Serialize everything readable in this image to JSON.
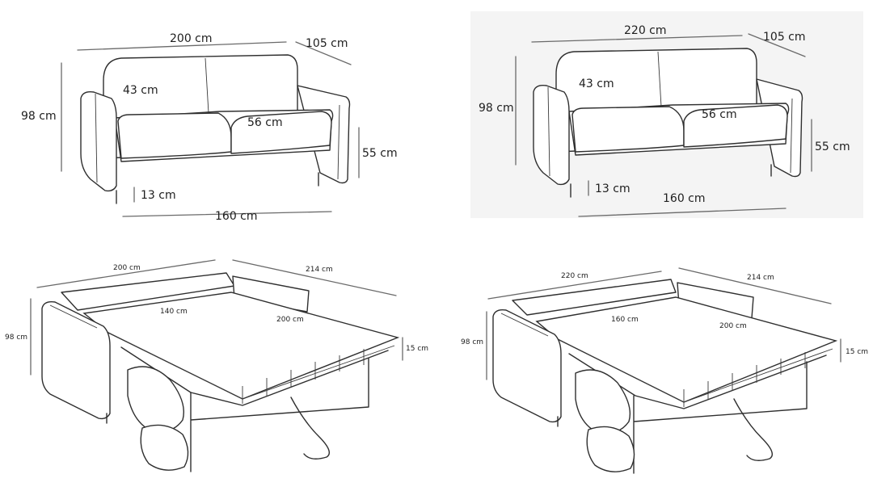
{
  "panels": {
    "sofa_200": {
      "width": "200 cm",
      "depth": "105 cm",
      "height": "98 cm",
      "back_cushion": "43 cm",
      "seat_depth": "56 cm",
      "seat_height": "55 cm",
      "leg_height": "13 cm",
      "seat_width": "160 cm"
    },
    "sofa_220": {
      "width": "220 cm",
      "depth": "105 cm",
      "height": "98 cm",
      "back_cushion": "43 cm",
      "seat_depth": "56 cm",
      "seat_height": "55 cm",
      "leg_height": "13 cm",
      "seat_width": "160 cm"
    },
    "bed_200": {
      "width": "200 cm",
      "length": "214 cm",
      "height": "98 cm",
      "mattress_width": "140 cm",
      "mattress_length": "200 cm",
      "mattress_thickness": "15 cm"
    },
    "bed_220": {
      "width": "220 cm",
      "length": "214 cm",
      "height": "98 cm",
      "mattress_width": "160 cm",
      "mattress_length": "200 cm",
      "mattress_thickness": "15 cm"
    }
  }
}
